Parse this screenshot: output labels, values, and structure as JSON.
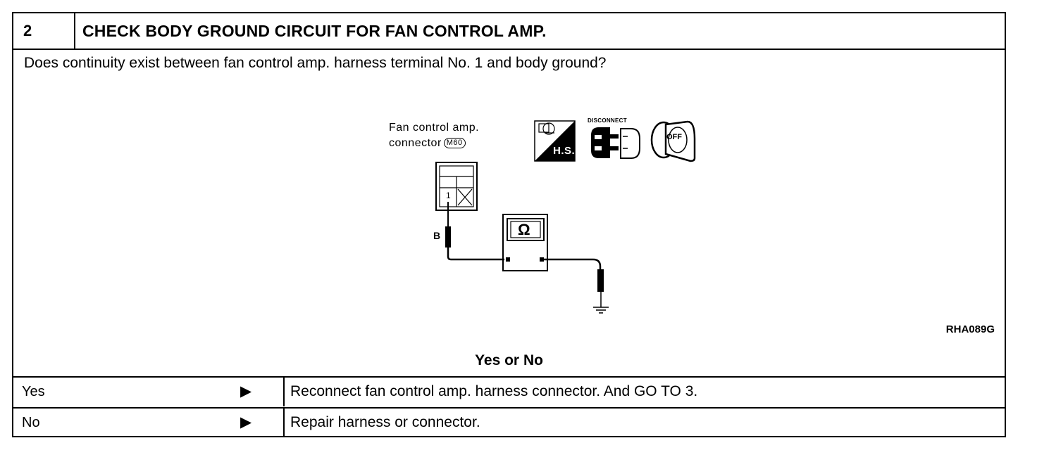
{
  "step": {
    "number": "2",
    "title": "CHECK BODY GROUND CIRCUIT FOR FAN CONTROL AMP."
  },
  "question": "Does continuity exist between fan control amp. harness terminal No. 1 and body ground?",
  "diagram": {
    "connector_label_line1": "Fan control amp.",
    "connector_label_line2": "connector",
    "connector_id": "M60",
    "terminal": "1",
    "wire_color": "B",
    "hs_text": "H.S.",
    "disconnect_text": "DISCONNECT",
    "key_text": "OFF",
    "meter_symbol": "Ω",
    "figure_code": "RHA089G",
    "icons": [
      "harness-side-icon",
      "disconnect-icon",
      "ignition-off-icon",
      "ohmmeter-icon",
      "ground-icon"
    ]
  },
  "result_header": "Yes or No",
  "answers": [
    {
      "key": "Yes",
      "arrow": "▶",
      "action": "Reconnect fan control amp. harness connector. And GO TO 3."
    },
    {
      "key": "No",
      "arrow": "▶",
      "action": "Repair harness or connector."
    }
  ]
}
